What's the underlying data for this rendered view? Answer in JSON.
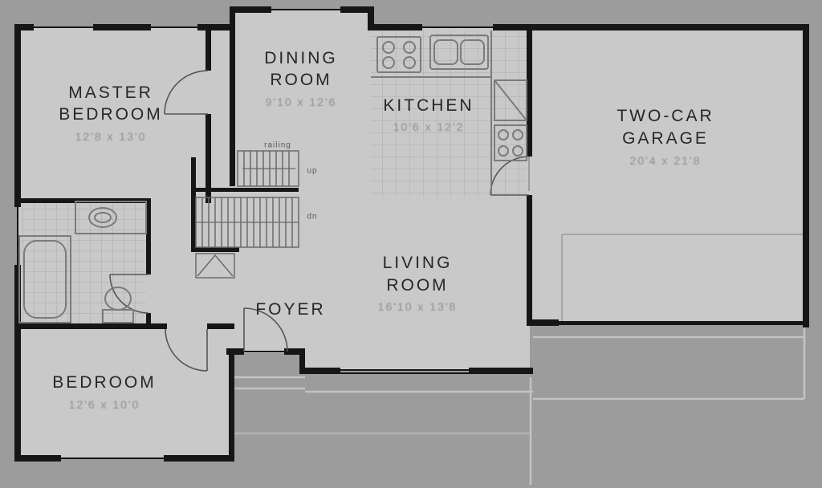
{
  "plan": {
    "rooms": {
      "master_bedroom": {
        "line1": "MASTER",
        "line2": "BEDROOM",
        "dims": "12'8 x 13'0"
      },
      "dining_room": {
        "line1": "DINING",
        "line2": "ROOM",
        "dims": "9'10 x 12'6"
      },
      "kitchen": {
        "line1": "KITCHEN",
        "dims": "10'6 x 12'2"
      },
      "garage": {
        "line1": "TWO-CAR",
        "line2": "GARAGE",
        "dims": "20'4 x 21'8"
      },
      "living_room": {
        "line1": "LIVING",
        "line2": "ROOM",
        "dims": "16'10 x 13'8"
      },
      "foyer": {
        "line1": "FOYER"
      },
      "bedroom": {
        "line1": "BEDROOM",
        "dims": "12'6 x 10'0"
      }
    },
    "annotations": {
      "railing": "railing",
      "up": "up",
      "dn": "dn"
    },
    "colors": {
      "background": "#9c9c9c",
      "floor": "#c9c9c9",
      "wall": "#161616",
      "room_text": "#262626",
      "dim_text": "#8f8f8f"
    }
  }
}
